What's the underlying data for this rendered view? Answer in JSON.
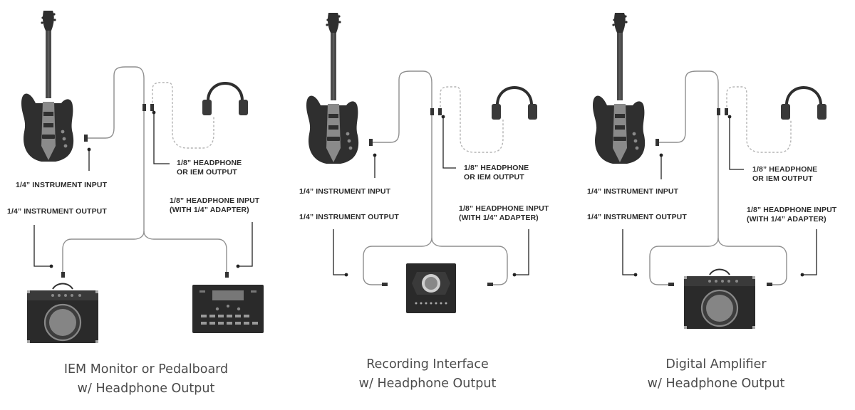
{
  "panels": [
    {
      "labels": {
        "instrument_input": "1/4” INSTRUMENT INPUT",
        "instrument_output": "1/4” INSTRUMENT OUTPUT",
        "headphone_output_line1": "1/8” HEADPHONE",
        "headphone_output_line2": "OR IEM OUTPUT",
        "headphone_input_line1": "1/8” HEADPHONE INPUT",
        "headphone_input_line2": "(WITH 1/4” ADAPTER)"
      },
      "caption_line1": "IEM Monitor or Pedalboard",
      "caption_line2": "w/ Headphone Output"
    },
    {
      "labels": {
        "instrument_input": "1/4” INSTRUMENT INPUT",
        "instrument_output": "1/4” INSTRUMENT OUTPUT",
        "headphone_output_line1": "1/8” HEADPHONE",
        "headphone_output_line2": "OR IEM OUTPUT",
        "headphone_input_line1": "1/8” HEADPHONE INPUT",
        "headphone_input_line2": "(WITH 1/4” ADAPTER)"
      },
      "caption_line1": "Recording Interface",
      "caption_line2": "w/ Headphone Output"
    },
    {
      "labels": {
        "instrument_input": "1/4” INSTRUMENT INPUT",
        "instrument_output": "1/4” INSTRUMENT OUTPUT",
        "headphone_output_line1": "1/8” HEADPHONE",
        "headphone_output_line2": "OR IEM OUTPUT",
        "headphone_input_line1": "1/8” HEADPHONE INPUT",
        "headphone_input_line2": "(WITH 1/4” ADAPTER)"
      },
      "caption_line1": "Digital Amplifier",
      "caption_line2": "w/ Headphone Output"
    }
  ],
  "colors": {
    "device_body": "#2f2f2f",
    "device_dark": "#1c1c1c",
    "guitar_pickguard": "#8a8a8a",
    "cable": "#8f8f8f",
    "cable_dashed": "#b4b4b4"
  }
}
